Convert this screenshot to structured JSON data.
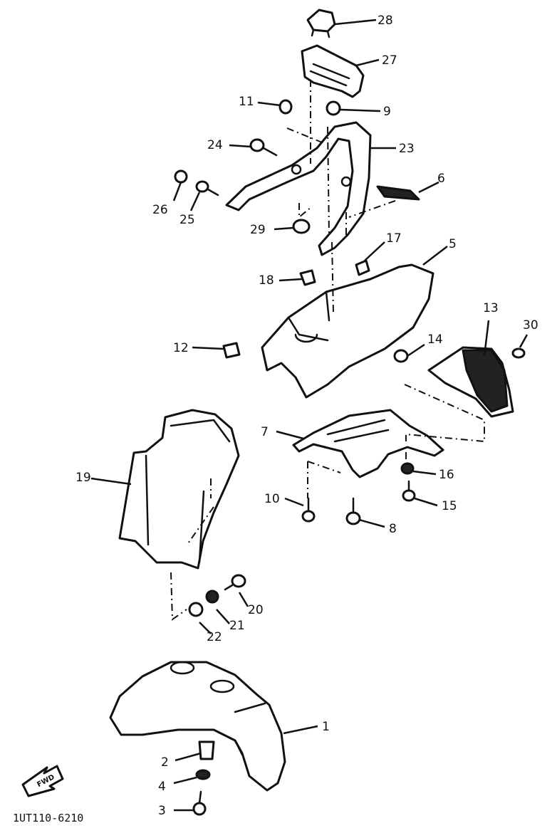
{
  "callouts": [
    "28",
    "27",
    "11",
    "9",
    "24",
    "23",
    "26",
    "25",
    "6",
    "29",
    "17",
    "18",
    "5",
    "12",
    "14",
    "13",
    "30",
    "7",
    "19",
    "16",
    "10",
    "8",
    "15",
    "20",
    "21",
    "22",
    "1",
    "2",
    "4",
    "3"
  ],
  "drawing_code": "1UT110-6210",
  "direction_arrow": {
    "text": "FWD",
    "icon": "forward-arrow-icon"
  }
}
